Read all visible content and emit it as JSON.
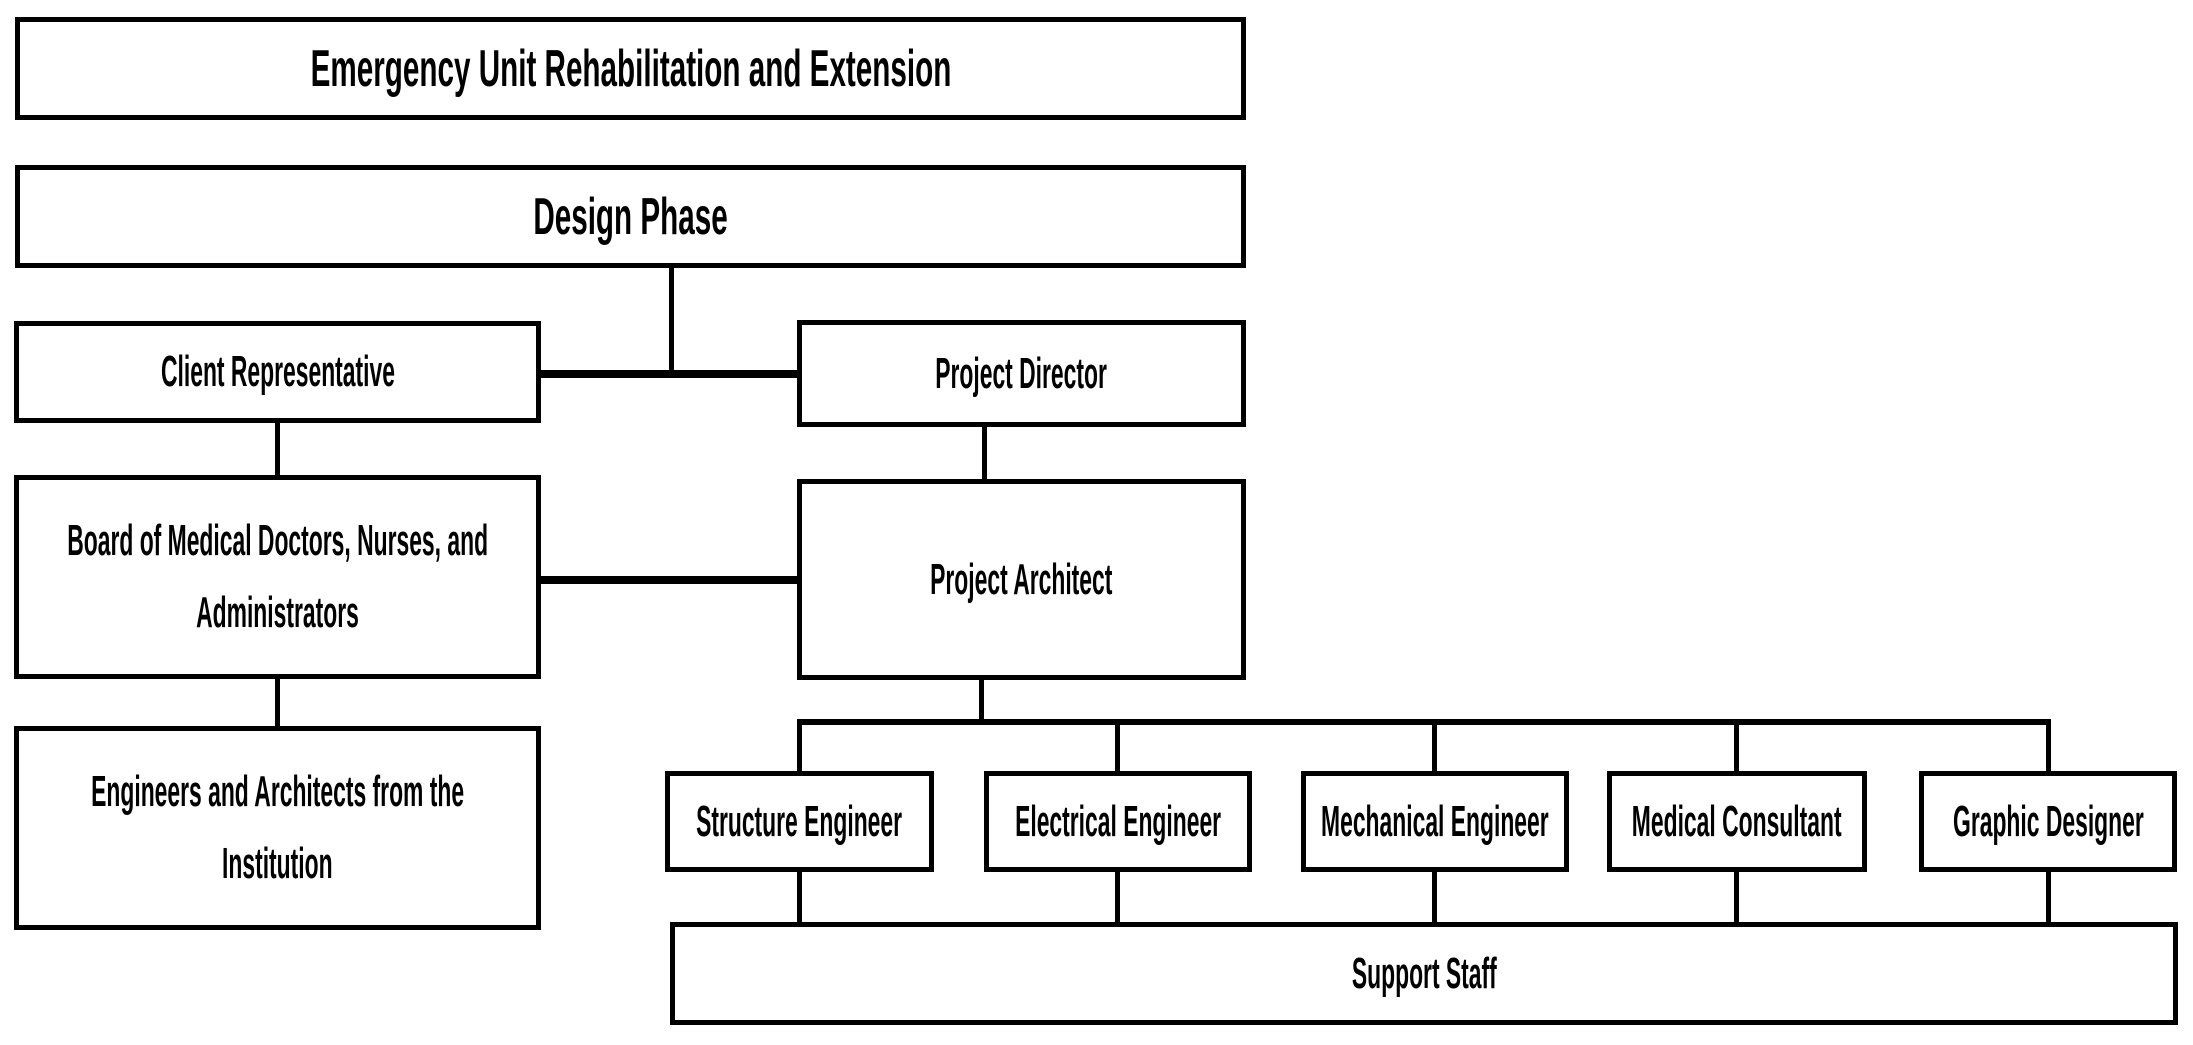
{
  "org_chart": {
    "title": "Emergency Unit Rehabilitation and Extension",
    "colors": {
      "line": "#000000",
      "box_fill": "#ffffff",
      "background": "#ffffff",
      "text": "#000000"
    },
    "nodes": {
      "project_title": {
        "lines": [
          "Emergency Unit Rehabilitation and Extension"
        ]
      },
      "design_phase": {
        "lines": [
          "Design Phase"
        ]
      },
      "client_representative": {
        "lines": [
          "Client Representative"
        ]
      },
      "project_director": {
        "lines": [
          "Project Director"
        ]
      },
      "board": {
        "lines": [
          "Board of Medical Doctors, Nurses, and",
          "Administrators"
        ]
      },
      "project_architect": {
        "lines": [
          "Project Architect"
        ]
      },
      "institution_engineers": {
        "lines": [
          "Engineers and Architects from the",
          "Institution"
        ]
      },
      "structure_engineer": {
        "lines": [
          "Structure Engineer"
        ]
      },
      "electrical_engineer": {
        "lines": [
          "Electrical Engineer"
        ]
      },
      "mechanical_engineer": {
        "lines": [
          "Mechanical Engineer"
        ]
      },
      "medical_consultant": {
        "lines": [
          "Medical Consultant"
        ]
      },
      "graphic_designer": {
        "lines": [
          "Graphic Designer"
        ]
      },
      "support_staff": {
        "lines": [
          "Support Staff"
        ]
      }
    },
    "edges": [
      {
        "from": "design_phase",
        "to": "client_representative_project_director_link"
      },
      {
        "from": "client_representative",
        "to": "project_director",
        "type": "lateral"
      },
      {
        "from": "client_representative",
        "to": "board"
      },
      {
        "from": "project_director",
        "to": "project_architect"
      },
      {
        "from": "board",
        "to": "project_architect",
        "type": "lateral"
      },
      {
        "from": "board",
        "to": "institution_engineers"
      },
      {
        "from": "project_architect",
        "to": "structure_engineer"
      },
      {
        "from": "project_architect",
        "to": "electrical_engineer"
      },
      {
        "from": "project_architect",
        "to": "mechanical_engineer"
      },
      {
        "from": "project_architect",
        "to": "medical_consultant"
      },
      {
        "from": "project_architect",
        "to": "graphic_designer"
      },
      {
        "from": "structure_engineer",
        "to": "support_staff"
      },
      {
        "from": "electrical_engineer",
        "to": "support_staff"
      },
      {
        "from": "mechanical_engineer",
        "to": "support_staff"
      },
      {
        "from": "medical_consultant",
        "to": "support_staff"
      },
      {
        "from": "graphic_designer",
        "to": "support_staff"
      }
    ]
  }
}
